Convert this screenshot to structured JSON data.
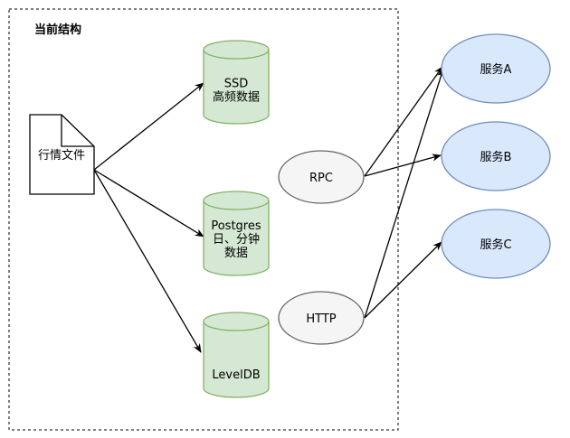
{
  "frame": {
    "title": "当前结构"
  },
  "nodes": {
    "doc": {
      "lines": [
        "行情文件"
      ]
    },
    "ssd": {
      "lines": [
        "SSD",
        "高频数据"
      ]
    },
    "postgres": {
      "lines": [
        "Postgres",
        "日、分钟",
        "数据"
      ]
    },
    "leveldb": {
      "lines": [
        "LevelDB"
      ]
    },
    "rpc": {
      "lines": [
        "RPC"
      ]
    },
    "http": {
      "lines": [
        "HTTP"
      ]
    },
    "service_a": {
      "lines": [
        "服务A"
      ]
    },
    "service_b": {
      "lines": [
        "服务B"
      ]
    },
    "service_c": {
      "lines": [
        "服务C"
      ]
    }
  },
  "colors": {
    "db_fill": "#d5e8d4",
    "db_stroke": "#82b366",
    "protocol_fill": "#f5f5f5",
    "protocol_stroke": "#666666",
    "service_fill": "#dae8fc",
    "service_stroke": "#6c8ebf",
    "edge": "#000000"
  }
}
